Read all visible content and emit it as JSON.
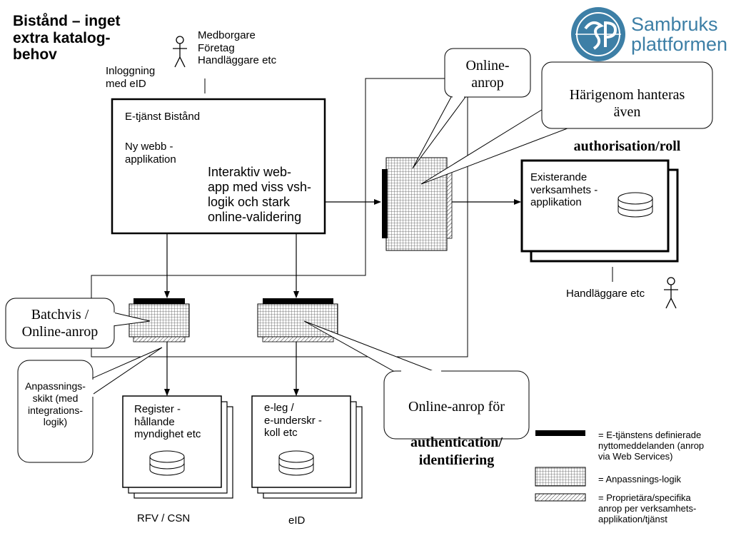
{
  "title": "Bistånd – inget\nextra katalog-\nbehov",
  "logo": {
    "line1": "Sambruks",
    "line2": "plattformen"
  },
  "actors": {
    "top": "Medborgare\nFöretag\nHandläggare  etc",
    "right": "Handläggare  etc"
  },
  "login_label": "Inloggning\nmed eID",
  "etjanst": {
    "title": "E-tjänst Bistånd",
    "subtitle": "Ny webb -\napplikation",
    "body": "Interaktiv web-\napp med viss vsh-\nlogik och stark\nonline-validering"
  },
  "existing_app": "Existerande\nverksamhets -\napplikation",
  "register": "Register -\nhållande\nmyndighet etc",
  "eleg": "e-leg /\ne-underskr -\nkoll etc",
  "bottom_labels": {
    "rfv": "RFV / CSN",
    "eid": "eID"
  },
  "callouts": {
    "online_anrop": "Online-\nanrop",
    "authorisation_line1": "Härigenom hanteras\näven",
    "authorisation_bold": "authorisation/roll",
    "batchvis": "Batchvis /\nOnline-anrop",
    "anpassning": "Anpassnings-\nskikt (med\nintegrations-\nlogik)",
    "authentication_line1": "Online-anrop för",
    "authentication_bold": "authentication/\nidentifiering"
  },
  "legend": [
    {
      "label": "= E-tjänstens definierade\nnyttomeddelanden (anrop\nvia Web Services)"
    },
    {
      "label": "= Anpassnings-logik"
    },
    {
      "label": "= Proprietära/specifika\nanrop per verksamhets-\napplikation/tjänst"
    }
  ],
  "colors": {
    "logo_blue": "#3d7fa6",
    "logo_dark": "#1f5f8b"
  }
}
